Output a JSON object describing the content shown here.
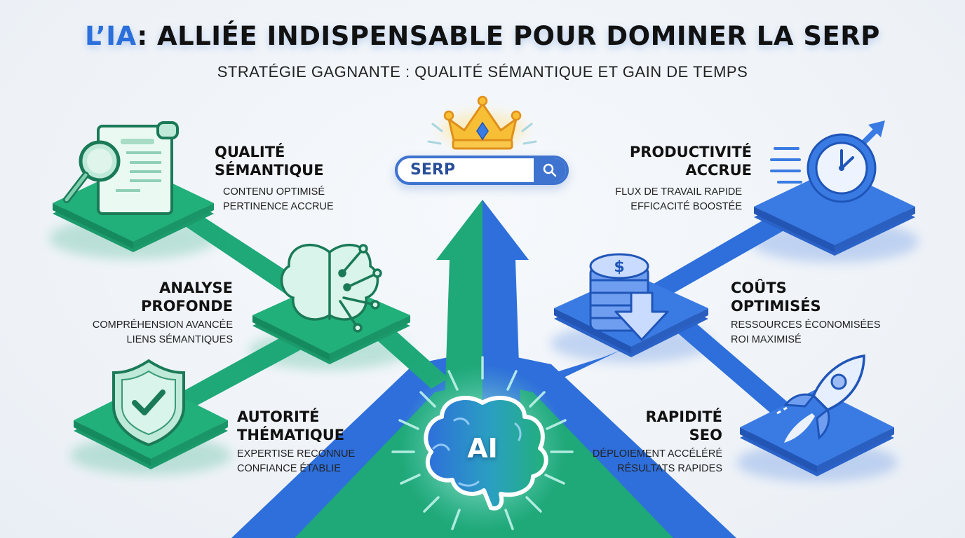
{
  "header": {
    "title_accent": "L’IA",
    "title_rest": ": ALLIÉE INDISPENSABLE POUR DOMINER LA SERP",
    "subtitle": "STRATÉGIE GAGNANTE :  QUALITÉ SÉMANTIQUE ET GAIN DE TEMPS"
  },
  "center": {
    "search_bar_text": "SERP",
    "search_icon": "search-icon",
    "crown_icon": "crown-icon",
    "core_label": "AI",
    "core_icon": "ai-brain-icon"
  },
  "colors": {
    "green": "#1fa878",
    "green_dark": "#16885f",
    "blue": "#2e6fdb",
    "blue_dark": "#1f55b8",
    "title_accent": "#2a6fdb",
    "crown": "#f5b52e"
  },
  "left_column": [
    {
      "title_line1": "QUALITÉ",
      "title_line2": "SÉMANTIQUE",
      "desc_line1": "CONTENU OPTIMISÉ",
      "desc_line2": "PERTINENCE ACCRUE",
      "icon": "document-magnifier-icon"
    },
    {
      "title_line1": "ANALYSE",
      "title_line2": "PROFONDE",
      "desc_line1": "COMPRÉHENSION AVANCÉE",
      "desc_line2": "LIENS SÉMANTIQUES",
      "icon": "brain-network-icon"
    },
    {
      "title_line1": "AUTORITÉ",
      "title_line2": "THÉMATIQUE",
      "desc_line1": "EXPERTISE RECONNUE",
      "desc_line2": "CONFIANCE ÉTABLIE",
      "icon": "shield-check-icon"
    }
  ],
  "right_column": [
    {
      "title_line1": "PRODUCTIVITÉ",
      "title_line2": "ACCRUE",
      "desc_line1": "FLUX DE TRAVAIL RAPIDE",
      "desc_line2": "EFFICACITÉ BOOSTÉE",
      "icon": "clock-arrow-icon"
    },
    {
      "title_line1": "COÛTS",
      "title_line2": "OPTIMISÉS",
      "desc_line1": "RESSOURCES ÉCONOMISÉES",
      "desc_line2": "ROI MAXIMISÉ",
      "icon": "coins-down-icon"
    },
    {
      "title_line1": "RAPIDITÉ",
      "title_line2": "SEO",
      "desc_line1": "DÉPLOIEMENT ACCÉLÉRÉ",
      "desc_line2": "RÉSULTATS RAPIDES",
      "icon": "rocket-icon"
    }
  ]
}
